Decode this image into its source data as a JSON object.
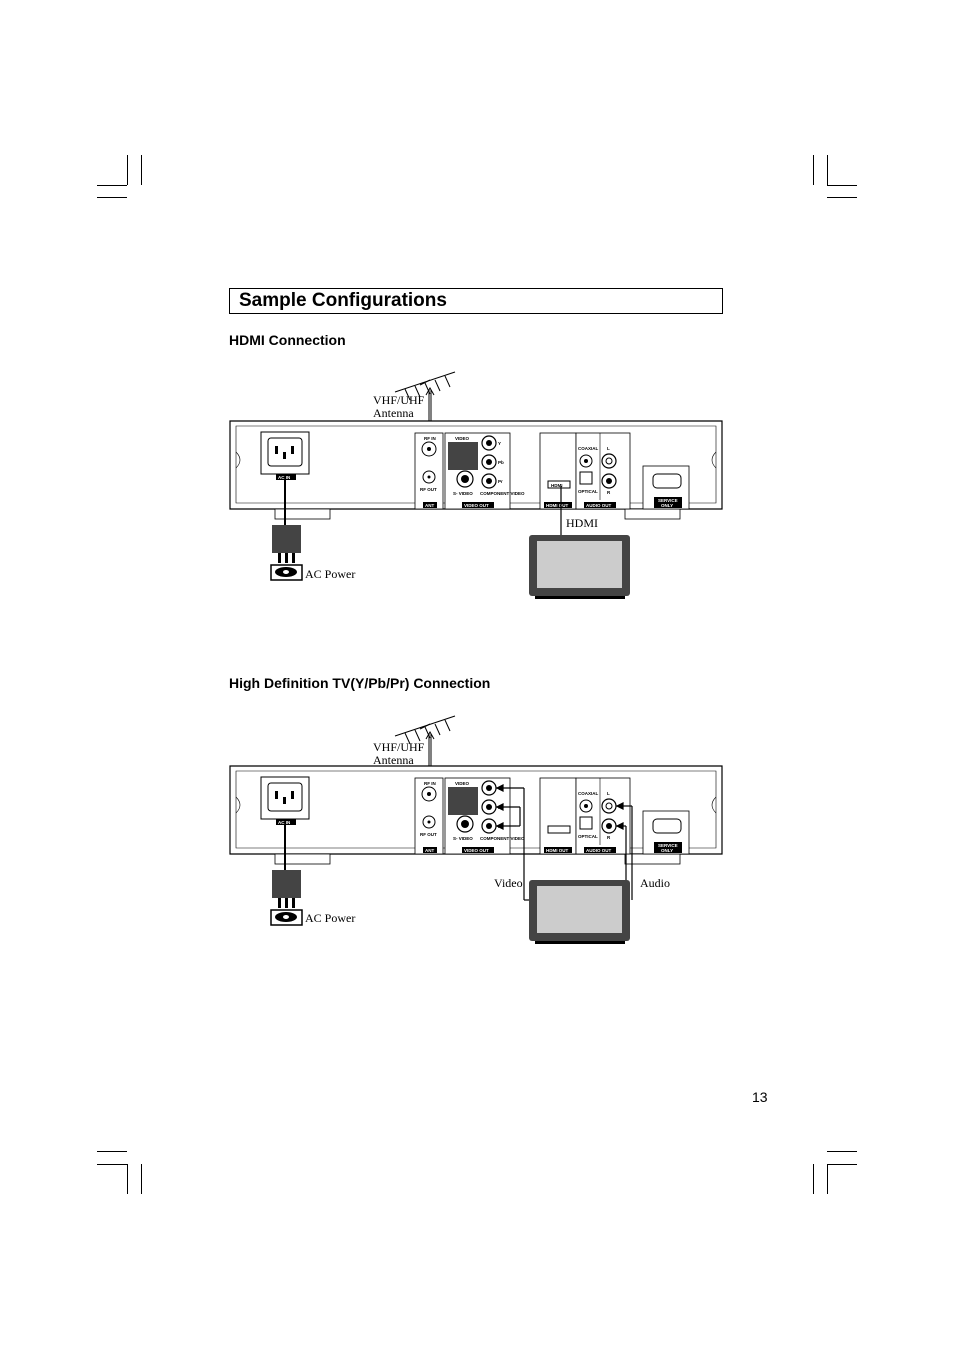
{
  "page": {
    "title": "Sample Configurations",
    "page_number": "13"
  },
  "hdmi_section": {
    "heading": "HDMI Connection",
    "labels": {
      "antenna_line1": "VHF/UHF",
      "antenna_line2": "Antenna",
      "hdmi": "HDMI",
      "ac_power": "AC Power"
    }
  },
  "hdtv_section": {
    "heading": "High Definition TV(Y/Pb/Pr) Connection",
    "labels": {
      "antenna_line1": "VHF/UHF",
      "antenna_line2": "Antenna",
      "video": "Video",
      "audio": "Audio",
      "ac_power": "AC Power"
    }
  },
  "panel_labels": {
    "rf_in": "RF IN",
    "rf_out": "RF OUT",
    "ant": "ANT",
    "video": "VIDEO",
    "s_video": "S- VIDEO",
    "component_video": "COMPONENT VIDEO",
    "video_out": "VIDEO OUT",
    "y": "Y",
    "pb": "Pb",
    "pr": "Pr",
    "hdmi_out": "HDMI OUT",
    "hdmi_port": "HDMI",
    "coaxial": "COAXIAL",
    "optical": "OPTICAL",
    "l": "L",
    "r": "R",
    "audio_out": "AUDIO OUT",
    "ac_in": "AC IN",
    "service_only_1": "SERVICE",
    "service_only_2": "ONLY"
  }
}
